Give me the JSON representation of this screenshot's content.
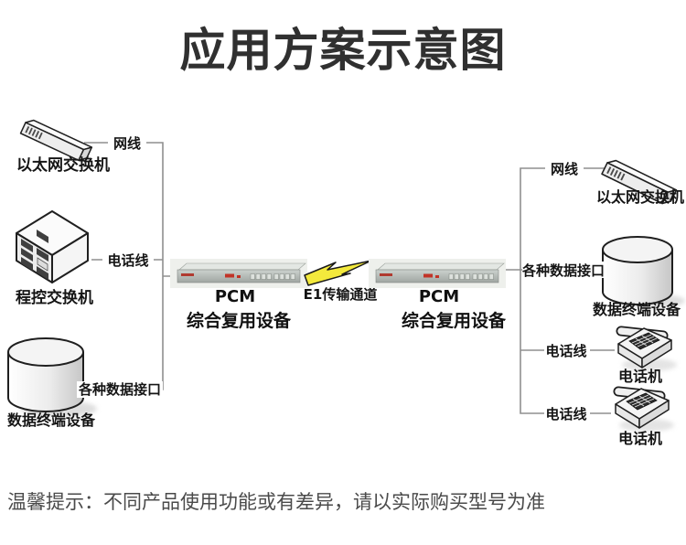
{
  "title": "应用方案示意图",
  "footer": {
    "tip": "温馨提示：不同产品使用功能或有差异，请以实际购买型号为准"
  },
  "colors": {
    "lightning": "#f3e93c",
    "line": "#8f8f8f",
    "label_text": "#151515",
    "title_text": "#303030",
    "tip_text": "#4a4a4a"
  },
  "left": {
    "ethernet_switch": "以太网交换机",
    "network_cable": "网线",
    "pbx": "程控交换机",
    "phone_line": "电话线",
    "data_interfaces": "各种数据接口",
    "data_terminal": "数据终端设备"
  },
  "center": {
    "pcm_left": {
      "model": "PCM",
      "name": "综合复用设备"
    },
    "channel": "E1传输通道",
    "pcm_right": {
      "model": "PCM",
      "name": "综合复用设备"
    }
  },
  "right": {
    "network_cable": "网线",
    "ethernet_switch": "以太网交换机",
    "data_interfaces": "各种数据接口",
    "data_terminal": "数据终端设备",
    "phone_line_top": "电话线",
    "telephone_top": "电话机",
    "phone_line_bottom": "电话线",
    "telephone_bottom": "电话机"
  }
}
